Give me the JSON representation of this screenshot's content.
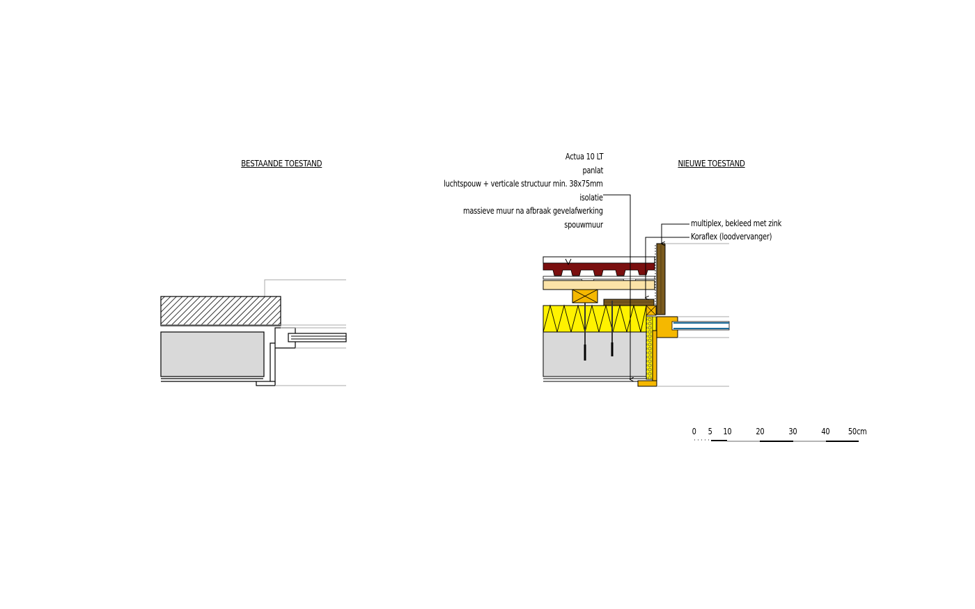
{
  "titles": {
    "existing": "BESTAANDE TOESTAND",
    "new": "NIEUWE TOESTAND"
  },
  "labels_left": [
    "Actua 10 LT",
    "panlat",
    "luchtspouw + verticale structuur min. 38x75mm",
    "isolatie",
    "massieve muur na afbraak gevelafwerking",
    "spouwmuur"
  ],
  "labels_right": [
    "multiplex, bekleed met zink",
    "Koraflex (loodvervanger)"
  ],
  "scale_bar": {
    "ticks": [
      "0",
      "5",
      "10",
      "20",
      "30",
      "40",
      "50cm"
    ]
  },
  "colors": {
    "roof_tile": "#7a0f0f",
    "batten": "#f5b800",
    "insulation": "#fff200",
    "wood_board": "#fbe3a8",
    "masonry": "#d9d9d9",
    "multiplex": "#7a5a1e",
    "glass": "#1b6c9a",
    "frame": "#f5b800"
  }
}
